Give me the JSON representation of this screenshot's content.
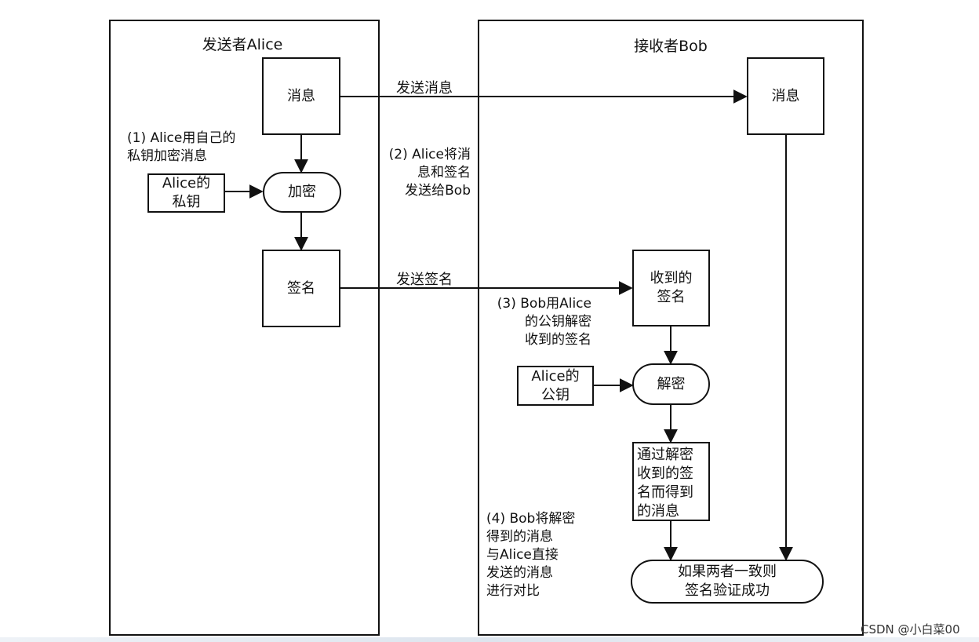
{
  "sender": {
    "title": "发送者Alice",
    "message_box": "消息",
    "encrypt_step_note": "(1) Alice用自己的\n私钥加密消息",
    "private_key_box": "Alice的\n私钥",
    "encrypt_node": "加密",
    "signature_box": "签名"
  },
  "receiver": {
    "title": "接收者Bob",
    "message_box": "消息",
    "received_signature_box": "收到的\n签名",
    "decrypt_step_note": "(3) Bob用Alice\n的公钥解密\n收到的签名",
    "public_key_box": "Alice的\n公钥",
    "decrypt_node": "解密",
    "decrypted_message_box": "通过解密\n收到的签\n名而得到\n的消息",
    "compare_step_note": "(4) Bob将解密\n得到的消息\n与Alice直接\n发送的消息\n进行对比",
    "result_node": "如果两者一致则\n签名验证成功"
  },
  "channel": {
    "send_message_label": "发送消息",
    "send_signature_label": "发送签名",
    "send_step_note": "(2) Alice将消\n息和签名\n发送给Bob"
  },
  "watermark": "CSDN @小白菜00"
}
